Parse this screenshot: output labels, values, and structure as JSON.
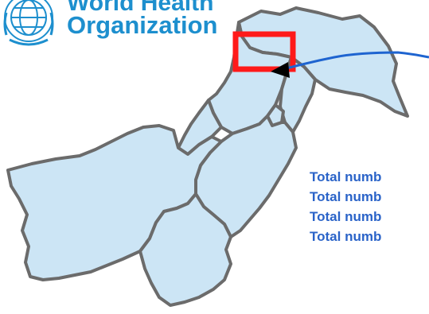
{
  "logo": {
    "line1": "World Health",
    "line2": "Organization",
    "emblem": "un-emblem-icon"
  },
  "map": {
    "region_fill": "#cce5f5",
    "border_color": "#6b6b6b",
    "highlight_color": "#ff1a1a",
    "arrow_color": "#1e64d0"
  },
  "stats": [
    "Total numb",
    "Total numb",
    "Total numb",
    "Total numb"
  ],
  "colors": {
    "logo": "#1d8fce",
    "stat_text": "#2a63c8"
  }
}
